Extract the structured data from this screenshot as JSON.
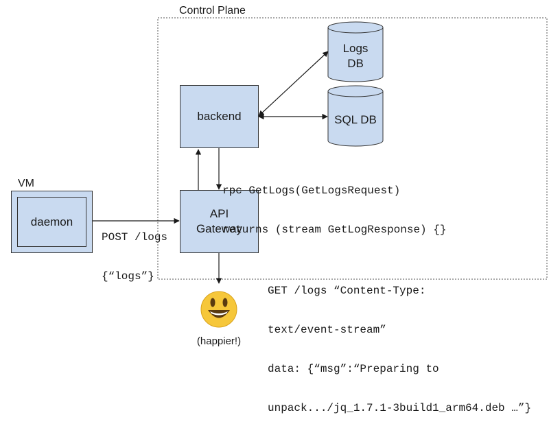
{
  "control_plane": {
    "title": "Control Plane"
  },
  "vm": {
    "title": "VM",
    "daemon_label": "daemon"
  },
  "backend": {
    "label": "backend"
  },
  "gateway": {
    "label_line1": "API",
    "label_line2": "Gateway"
  },
  "logs_db": {
    "label_line1": "Logs",
    "label_line2": "DB"
  },
  "sql_db": {
    "label": "SQL DB"
  },
  "post_request": {
    "line1": "POST /logs",
    "line2": "{“logs”}"
  },
  "rpc": {
    "line1": "rpc GetLogs(GetLogsRequest)",
    "line2": "returns (stream GetLogResponse) {}"
  },
  "get_request": {
    "line1": "GET /logs “Content-Type:",
    "line2": "text/event-stream”",
    "line3": "data: {“msg”:“Preparing to",
    "line4": "unpack.../jq_1.7.1-3build1_arm64.deb …”}"
  },
  "user": {
    "icon": "smiley-face-icon",
    "caption": "(happier!)"
  },
  "colors": {
    "box_fill": "#c9daf0",
    "stroke": "#333333",
    "emoji_face": "#f6c73a"
  }
}
